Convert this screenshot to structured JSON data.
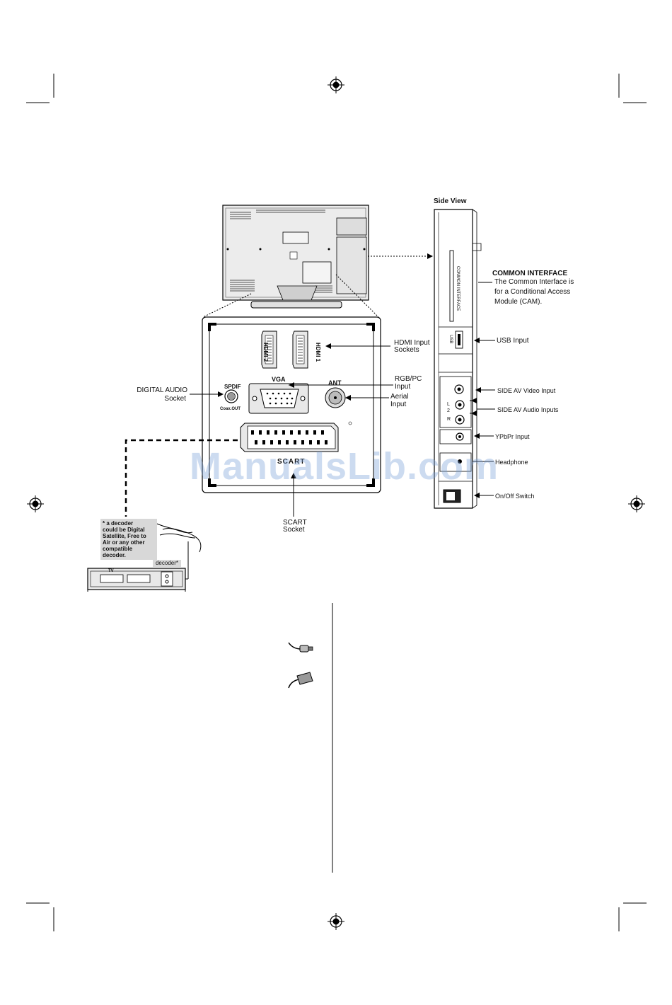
{
  "side_view": {
    "title": "Side View"
  },
  "labels": {
    "common_interface_title": "COMMON INTERFACE",
    "common_interface_desc": [
      "The Common Interface is",
      "for a Conditional Access",
      "Module (CAM)."
    ],
    "usb_input": "USB Input",
    "side_av_video": "SIDE AV Video Input",
    "side_av_audio": "SIDE AV Audio Inputs",
    "ypbpr_input": "YPbPr Input",
    "headphone": "Headphone",
    "onoff_switch": "On/Off Switch",
    "hdmi_input": [
      "HDMI Input",
      "Sockets"
    ],
    "rgb_pc": [
      "RGB/PC",
      "Input"
    ],
    "aerial": [
      "Aerial",
      "Input"
    ],
    "digital_audio": [
      "DIGITAL AUDIO",
      "Socket"
    ],
    "scart": [
      "SCART",
      "Socket"
    ]
  },
  "panel": {
    "hdmi2": "HDMI 2",
    "hdmi1": "HDMI 1",
    "vga": "VGA",
    "ant": "ANT",
    "spdif": "SPDIF",
    "coax_out": "Coax.OUT",
    "scart_text": "SCART"
  },
  "side_panel": {
    "common_interface_slot": "COMMON INTERFACE",
    "usb": "USB",
    "left": "L",
    "right": "R",
    "num2": "2"
  },
  "decoder": {
    "note": [
      "* a decoder",
      "could be Digital",
      "Satellite, Free to",
      "Air or any other",
      "compatible",
      "decoder."
    ],
    "label": "decoder*",
    "tv": "TV"
  },
  "watermark": "ManualsLib.com"
}
